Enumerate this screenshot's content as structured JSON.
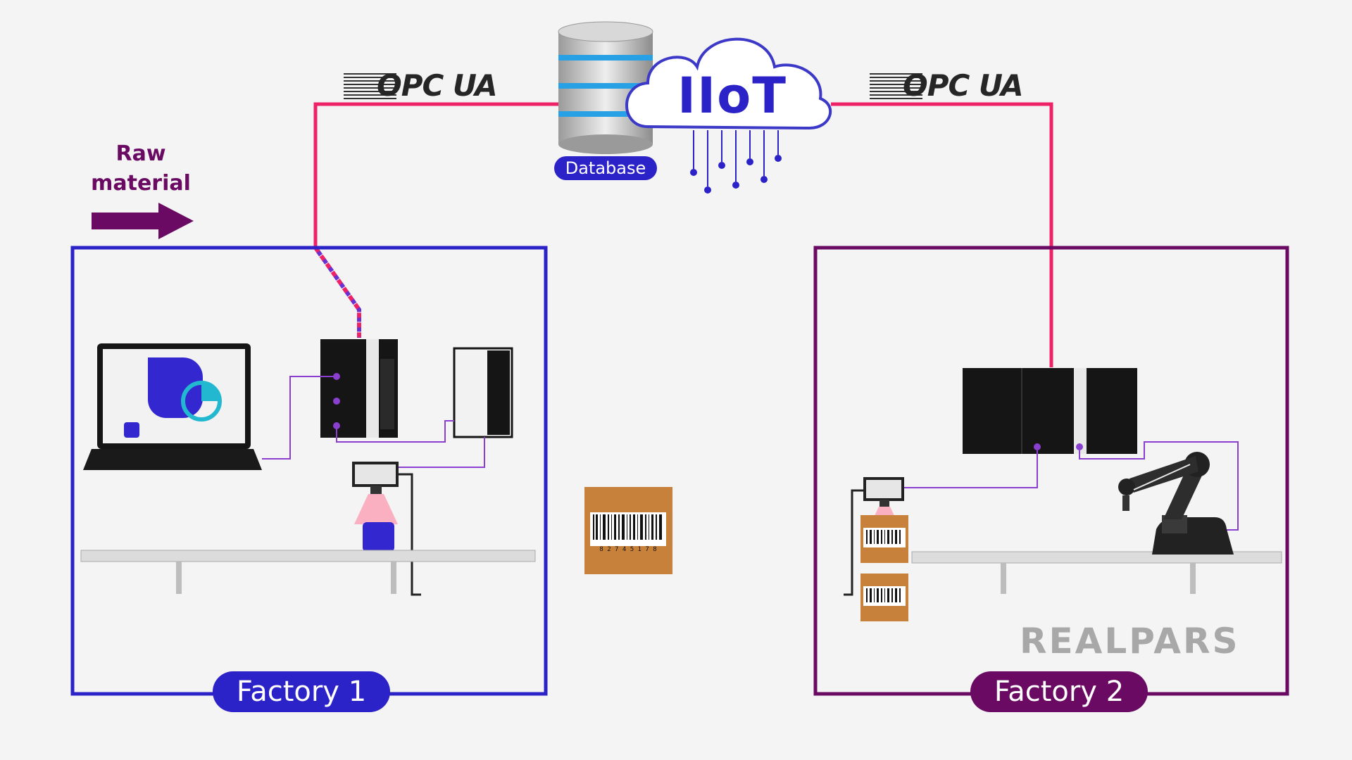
{
  "title": "IIoT",
  "database_label": "Database",
  "protocol_left": "OPC UA",
  "protocol_right": "OPC UA",
  "raw_material": "Raw\nmaterial",
  "factory1_label": "Factory 1",
  "factory2_label": "Factory 2",
  "barcode_digits": "8 2 7 4   5 1 7 8",
  "brand": "REALPARS",
  "icons": [
    "database-icon",
    "cloud-icon",
    "laptop-icon",
    "plc-icon",
    "scanner-icon",
    "robot-arm-icon",
    "conveyor-icon",
    "barcode-box-icon"
  ],
  "colors": {
    "network_line": "#ee2266",
    "factory1": "#2b22c8",
    "factory2": "#6a0a63",
    "signal_wire": "#8a3fd0",
    "box": "#c8813a",
    "background": "#f4f4f4"
  }
}
